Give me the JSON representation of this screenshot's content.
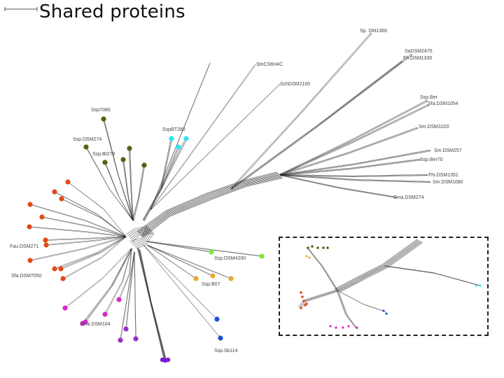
{
  "slide": {
    "title": "Shared proteins"
  },
  "colors": {
    "olive": "#5c5e12",
    "cyan": "#2ee6f2",
    "red": "#e04a1a",
    "green": "#7be83a",
    "orange": "#e8a83a",
    "magenta": "#d829c6",
    "purple": "#9b2cc9",
    "blue": "#1f4fd6",
    "violet": "#7a1ad6",
    "branch": "#222222"
  },
  "tree": {
    "leaf_labels": [
      "Sp. DM1369",
      "SaDSM2475",
      "Fh.DSM1330",
      "StnCSttH4C",
      "SchDSM2100",
      "Ssp.Ber",
      "Sfa.DSM1054",
      "Ssp7080",
      "Sm.DSM1020",
      "SspBT280",
      "Ssp.DSM274",
      "Sm.DSM257",
      "Ssp.Bt278",
      "Ssp.Ber70",
      "Fhi.DSM1351",
      "Sm.DSM1080",
      "Sma.DSM274",
      "Fau.DSM271",
      "Sfa.DSM7050",
      "Ssp.DSM4200",
      "Ssp.B07",
      "Sma.DSM104",
      "Ssp.Sk114"
    ]
  }
}
